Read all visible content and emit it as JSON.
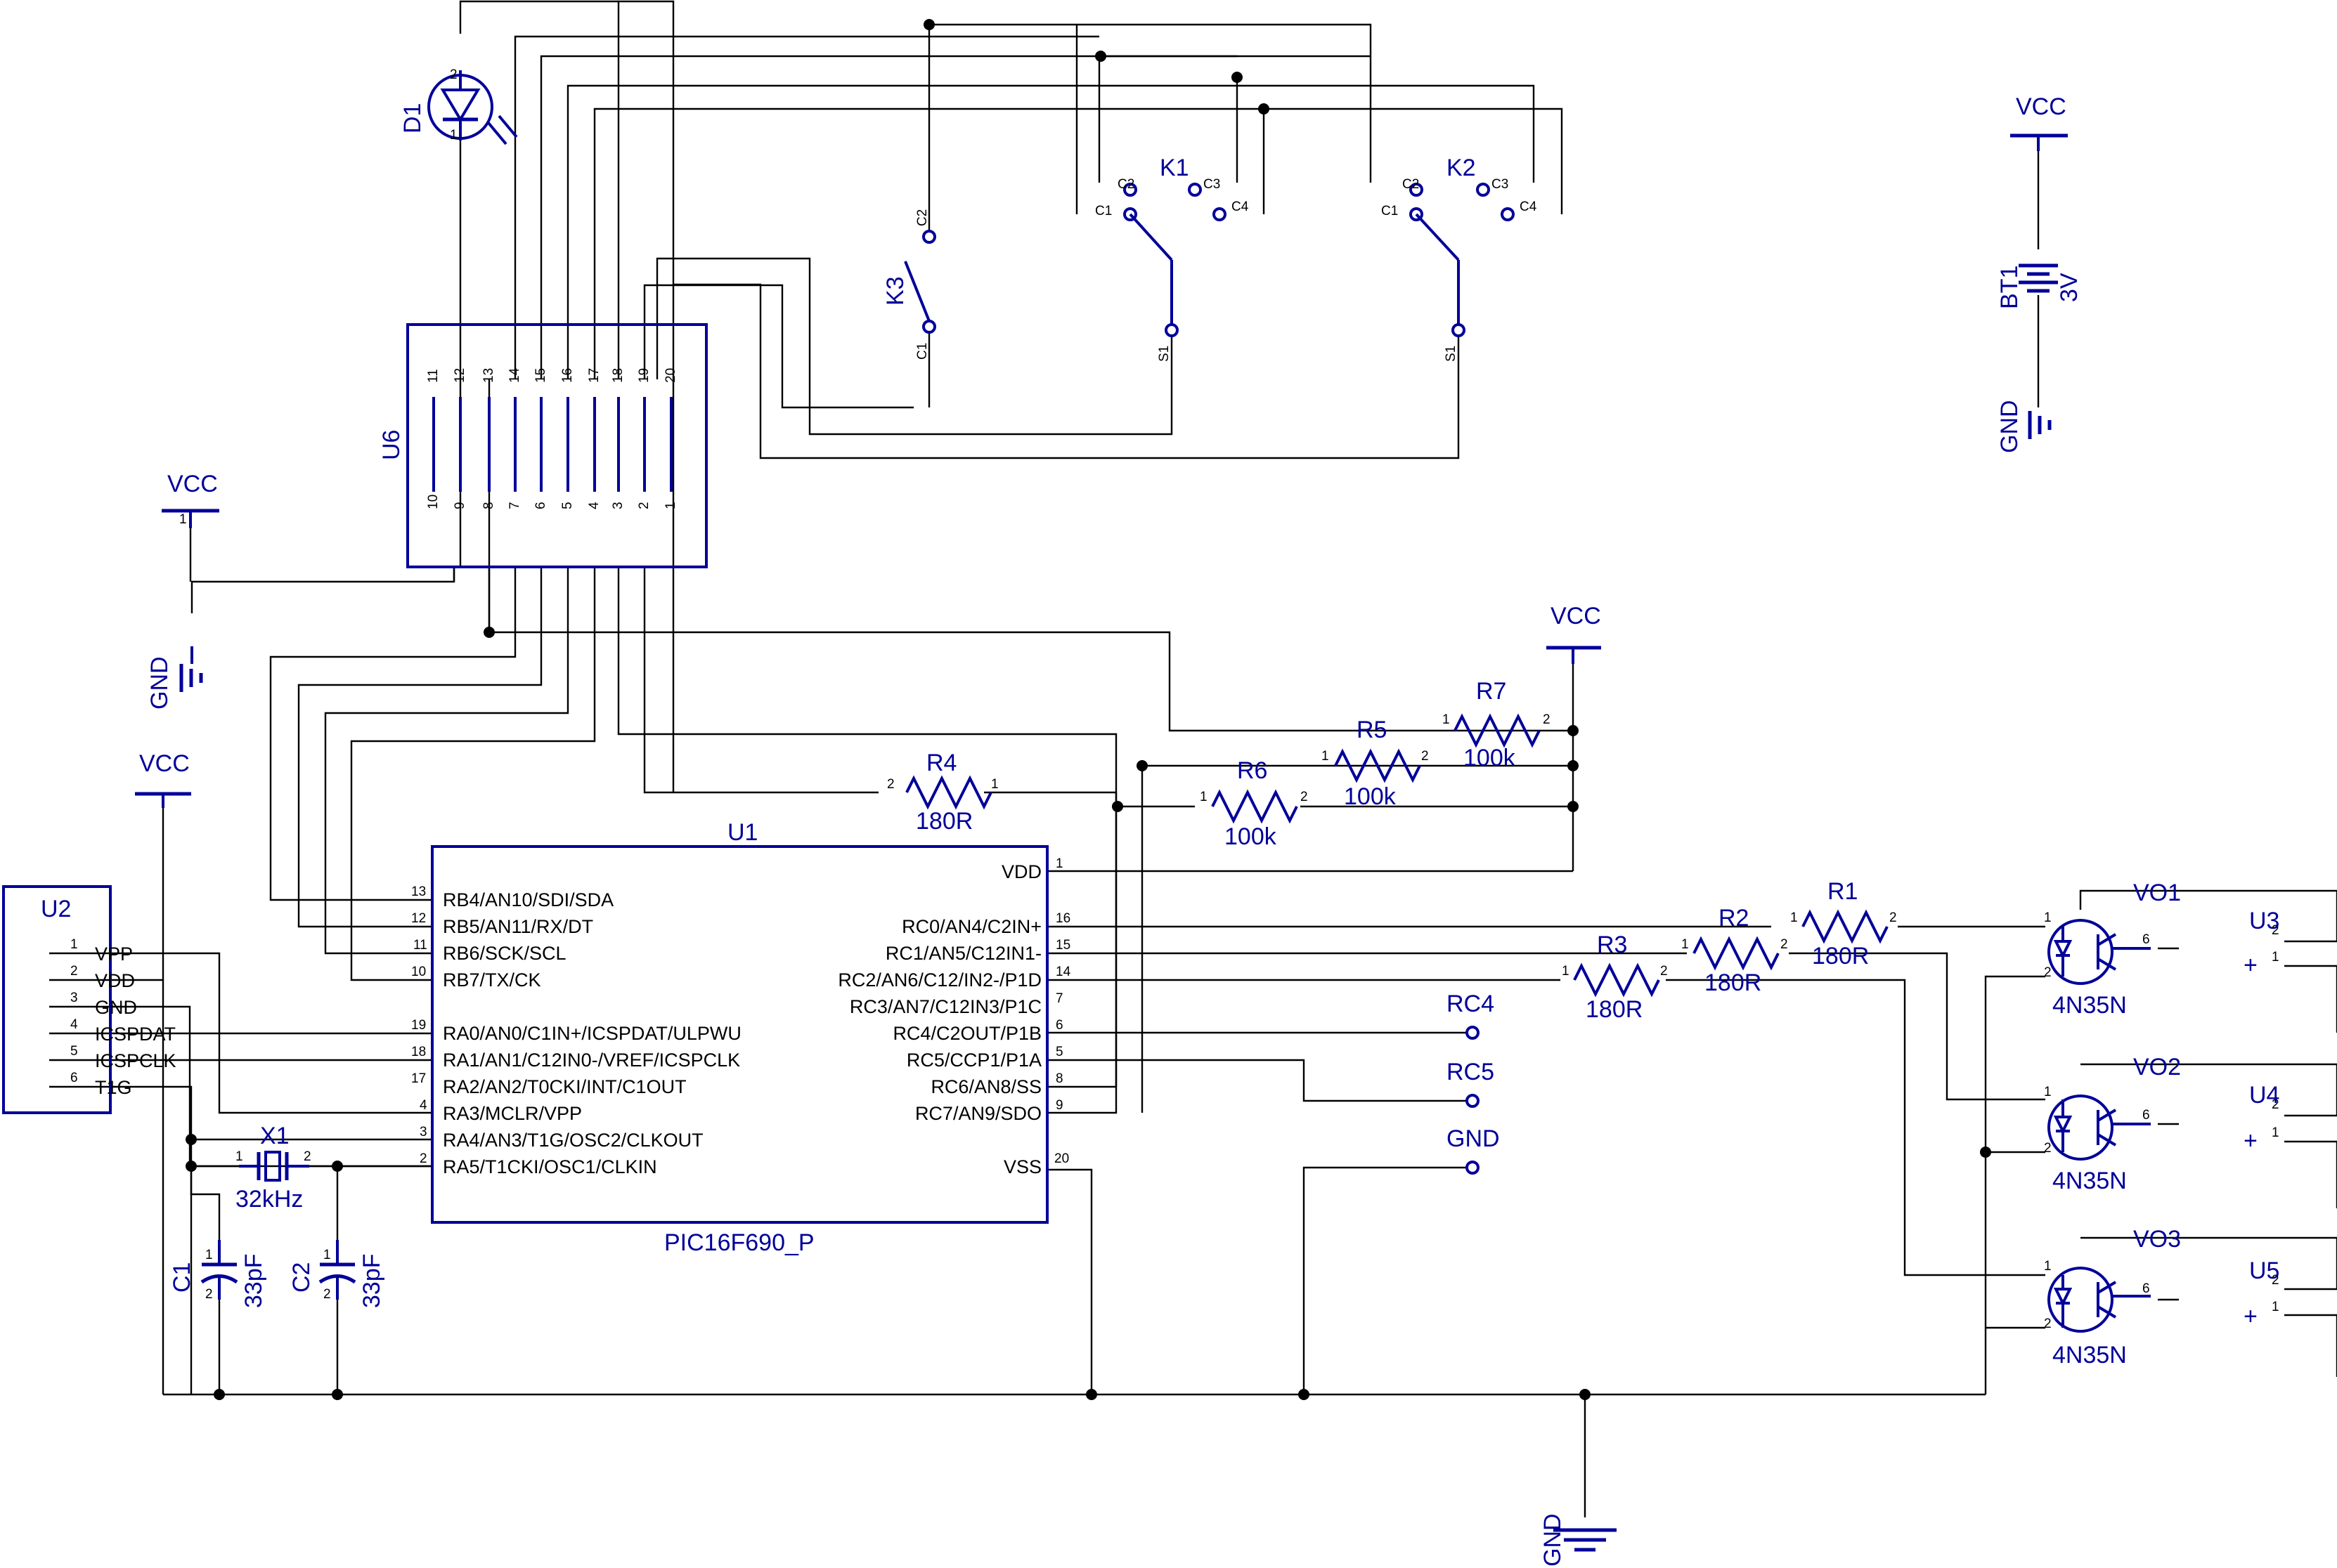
{
  "supply_labels": [
    "VCC",
    "GND"
  ],
  "u1": {
    "ref": "U1",
    "part": "PIC16F690_P",
    "left_pins": [
      {
        "num": "13",
        "name": "RB4/AN10/SDI/SDA"
      },
      {
        "num": "12",
        "name": "RB5/AN11/RX/DT"
      },
      {
        "num": "11",
        "name": "RB6/SCK/SCL"
      },
      {
        "num": "10",
        "name": "RB7/TX/CK"
      },
      {
        "num": "19",
        "name": "RA0/AN0/C1IN+/ICSPDAT/ULPWU"
      },
      {
        "num": "18",
        "name": "RA1/AN1/C12IN0-/VREF/ICSPCLK"
      },
      {
        "num": "17",
        "name": "RA2/AN2/T0CKI/INT/C1OUT"
      },
      {
        "num": "4",
        "name": "RA3/MCLR/VPP"
      },
      {
        "num": "3",
        "name": "RA4/AN3/T1G/OSC2/CLKOUT"
      },
      {
        "num": "2",
        "name": "RA5/T1CKI/OSC1/CLKIN"
      }
    ],
    "right_pins": [
      {
        "num": "1",
        "name": "VDD"
      },
      {
        "num": "16",
        "name": "RC0/AN4/C2IN+"
      },
      {
        "num": "15",
        "name": "RC1/AN5/C12IN1-"
      },
      {
        "num": "14",
        "name": "RC2/AN6/C12/IN2-/P1D"
      },
      {
        "num": "7",
        "name": "RC3/AN7/C12IN3/P1C"
      },
      {
        "num": "6",
        "name": "RC4/C2OUT/P1B"
      },
      {
        "num": "5",
        "name": "RC5/CCP1/P1A"
      },
      {
        "num": "8",
        "name": "RC6/AN8/SS"
      },
      {
        "num": "9",
        "name": "RC7/AN9/SDO"
      },
      {
        "num": "20",
        "name": "VSS"
      }
    ]
  },
  "u2": {
    "ref": "U2",
    "pins": [
      {
        "num": "1",
        "name": "VPP"
      },
      {
        "num": "2",
        "name": "VDD"
      },
      {
        "num": "3",
        "name": "GND"
      },
      {
        "num": "4",
        "name": "ICSPDAT"
      },
      {
        "num": "5",
        "name": "ICSPCLK"
      },
      {
        "num": "6",
        "name": "T1G"
      }
    ]
  },
  "u6": {
    "ref": "U6",
    "top_pins": [
      "11",
      "12",
      "13",
      "14",
      "15",
      "16",
      "17",
      "18",
      "19",
      "20"
    ],
    "bottom_pins": [
      "10",
      "9",
      "8",
      "7",
      "6",
      "5",
      "4",
      "3",
      "2",
      "1"
    ]
  },
  "resistors": [
    {
      "ref": "R1",
      "value": "180R"
    },
    {
      "ref": "R2",
      "value": "180R"
    },
    {
      "ref": "R3",
      "value": "180R"
    },
    {
      "ref": "R4",
      "value": "180R"
    },
    {
      "ref": "R5",
      "value": "100k"
    },
    {
      "ref": "R6",
      "value": "100k"
    },
    {
      "ref": "R7",
      "value": "100k"
    }
  ],
  "capacitors": [
    {
      "ref": "C1",
      "value": "33pF"
    },
    {
      "ref": "C2",
      "value": "33pF"
    }
  ],
  "crystal": {
    "ref": "X1",
    "value": "32kHz"
  },
  "led": {
    "ref": "D1"
  },
  "battery": {
    "ref": "BT1",
    "value": "3V"
  },
  "switches": [
    {
      "ref": "K1",
      "contacts": [
        "C1",
        "C2",
        "C3",
        "C4",
        "S1"
      ]
    },
    {
      "ref": "K2",
      "contacts": [
        "C1",
        "C2",
        "C3",
        "C4",
        "S1"
      ]
    },
    {
      "ref": "K3",
      "contacts": [
        "C1",
        "C2"
      ]
    }
  ],
  "optocouplers": [
    {
      "ref": "VO1",
      "part": "4N35N"
    },
    {
      "ref": "VO2",
      "part": "4N35N"
    },
    {
      "ref": "VO3",
      "part": "4N35N"
    }
  ],
  "outputs": [
    {
      "ref": "U3",
      "plus": "+"
    },
    {
      "ref": "U4",
      "plus": "+"
    },
    {
      "ref": "U5",
      "plus": "+"
    }
  ],
  "test_points": [
    "RC4",
    "RC5",
    "GND"
  ]
}
